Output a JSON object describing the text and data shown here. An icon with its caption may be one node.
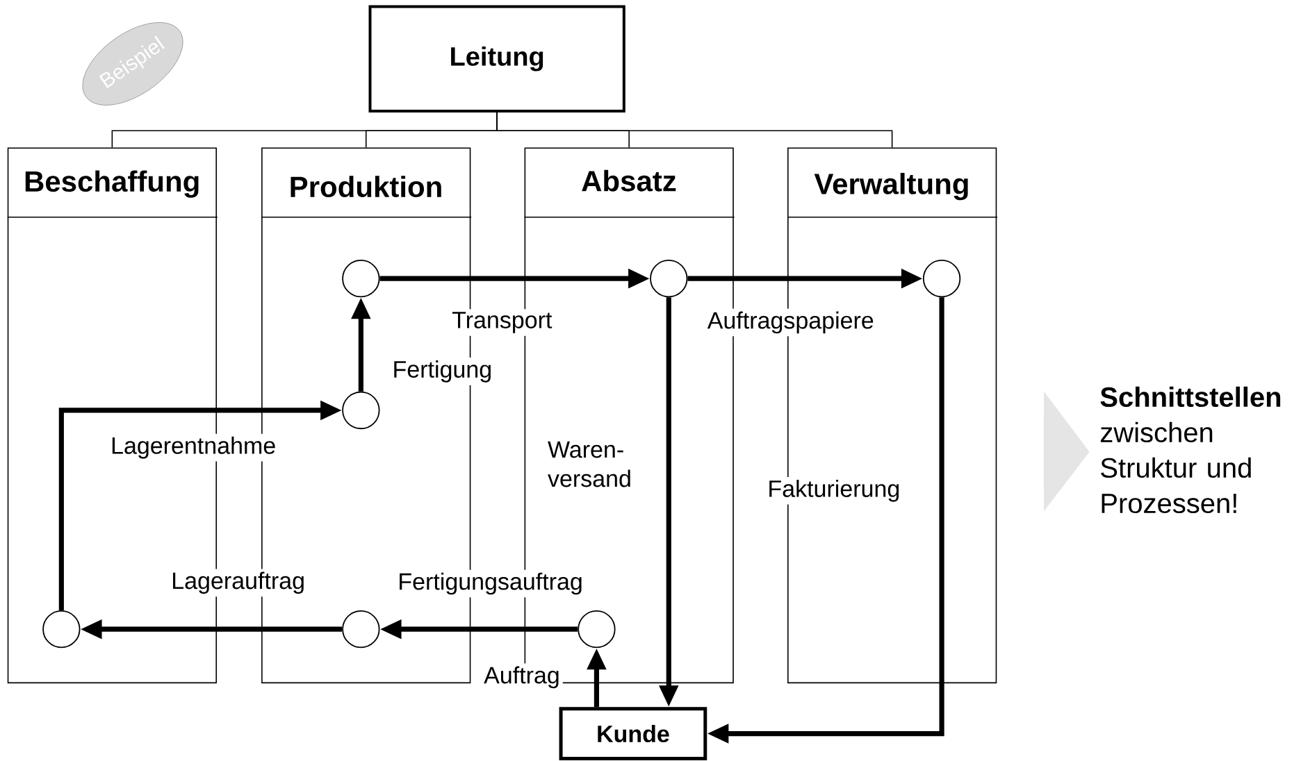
{
  "diagram": {
    "nodes": [
      {
        "text": [
          "Beispiel"
        ]
      },
      {
        "text": [
          "Leitung"
        ]
      },
      {
        "text": [
          "Beschaffung"
        ]
      },
      {
        "text": [
          "Produktion"
        ]
      },
      {
        "text": [
          "Absatz"
        ]
      },
      {
        "text": [
          "Verwaltung"
        ]
      },
      {
        "text": [],
        "shape": "circle",
        "in": 3
      },
      {
        "text": [],
        "shape": "circle",
        "in": 4
      },
      {
        "text": [],
        "shape": "circle",
        "in": 5
      },
      {
        "text": [],
        "shape": "circle",
        "in": 3
      },
      {
        "text": [],
        "shape": "circle",
        "in": 2
      },
      {
        "text": [],
        "shape": "circle",
        "in": 3
      },
      {
        "text": [],
        "shape": "circle",
        "in": 4
      },
      {
        "text": [
          "Kunde"
        ]
      },
      {
        "text": [],
        "shape": "triangle",
        "beside": [
          "**Schnittstellen** zwischen Struktur und Prozessen!"
        ]
      }
    ],
    "edges": [
      {
        "from": 1,
        "to": 2,
        "arrow": "none"
      },
      {
        "from": 1,
        "to": 3,
        "arrow": "none"
      },
      {
        "from": 1,
        "to": 4,
        "arrow": "none"
      },
      {
        "from": 1,
        "to": 5,
        "arrow": "none"
      },
      {
        "from": 13,
        "to": 12,
        "arrow": "to",
        "label": "Auftrag"
      },
      {
        "from": 12,
        "to": 11,
        "arrow": "to",
        "label": "Fertigungsauftrag"
      },
      {
        "from": 11,
        "to": 10,
        "arrow": "to",
        "label": "Lagerauftrag"
      },
      {
        "from": 10,
        "to": 9,
        "arrow": "to",
        "label": "Lagerentnahme"
      },
      {
        "from": 9,
        "to": 6,
        "arrow": "to",
        "label": "Fertigung"
      },
      {
        "from": 6,
        "to": 7,
        "arrow": "to",
        "label": "Transport"
      },
      {
        "from": 7,
        "to": 8,
        "arrow": "to",
        "label": "Auftragspapiere"
      },
      {
        "from": 7,
        "to": 13,
        "arrow": "to",
        "label": "Waren- versand"
      },
      {
        "from": 8,
        "to": 13,
        "arrow": "to",
        "label": "Fakturierung"
      }
    ]
  }
}
